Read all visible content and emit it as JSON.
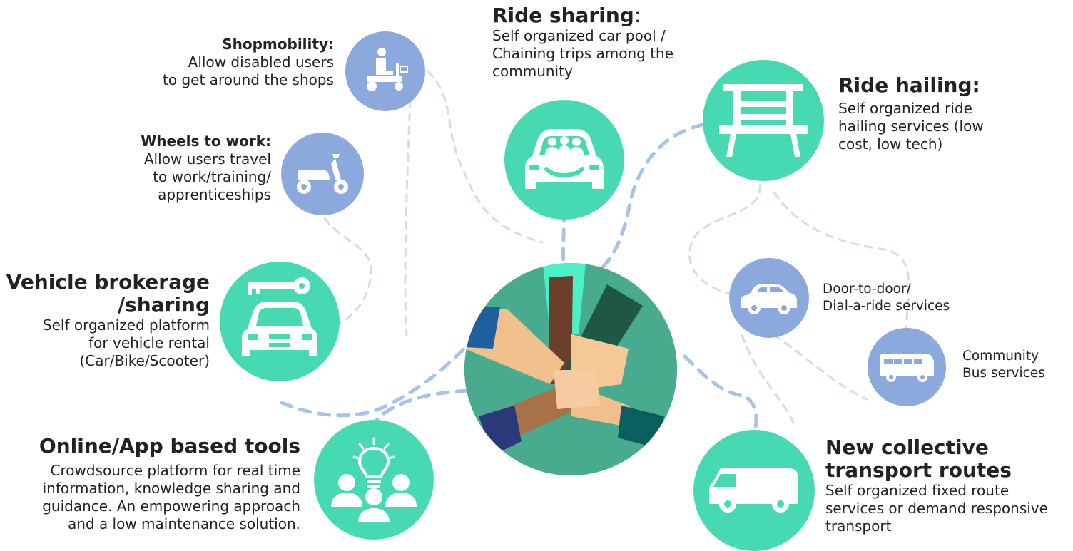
{
  "colors": {
    "green": "#47dab2",
    "blue": "#8ba9dd",
    "link": "#a9c2e8",
    "link_light": "#cdddf2",
    "hub": "#44a98c"
  },
  "center": {
    "icon": "stacked-hands-icon"
  },
  "nodes": {
    "shopmobility": {
      "title": "Shopmobility:",
      "line1": "Allow disabled users",
      "line2": "to get around the shops",
      "icon": "mobility-scooter-icon"
    },
    "wheels": {
      "title": "Wheels to work:",
      "line1": "Allow users travel",
      "line2": "to work/training/",
      "line3": "apprenticeships",
      "icon": "moped-icon"
    },
    "brokerage": {
      "title1": "Vehicle brokerage",
      "title2": "/sharing",
      "line1": "Self organized platform",
      "line2": "for  vehicle rental",
      "line3": "(Car/Bike/Scooter)",
      "icon": "car-key-icon"
    },
    "online": {
      "title": "Online/App based tools",
      "line1": "Crowdsource platform for real time",
      "line2": "information, knowledge sharing and",
      "line3": "guidance. An empowering approach",
      "line4": "and a low maintenance solution.",
      "icon": "lightbulb-people-icon"
    },
    "ridesharing": {
      "title": "Ride sharing",
      "colon": ":",
      "line1": "Self organized car pool /",
      "line2": "Chaining trips among the",
      "line3": "community",
      "icon": "carpool-icon"
    },
    "ridehailing": {
      "title": "Ride hailing:",
      "line1": "Self organized ride",
      "line2": "hailing services (low",
      "line3": "cost, low tech)",
      "icon": "bench-icon"
    },
    "doortodoor": {
      "line1": "Door-to-door/",
      "line2": "Dial-a-ride services",
      "icon": "car-icon"
    },
    "bus": {
      "line1": "Community",
      "line2": "Bus services",
      "icon": "bus-icon"
    },
    "routes": {
      "title1": "New collective",
      "title2": "transport routes",
      "line1": "Self organized fixed route",
      "line2": "services or demand responsive",
      "line3": "transport",
      "icon": "van-icon"
    }
  }
}
